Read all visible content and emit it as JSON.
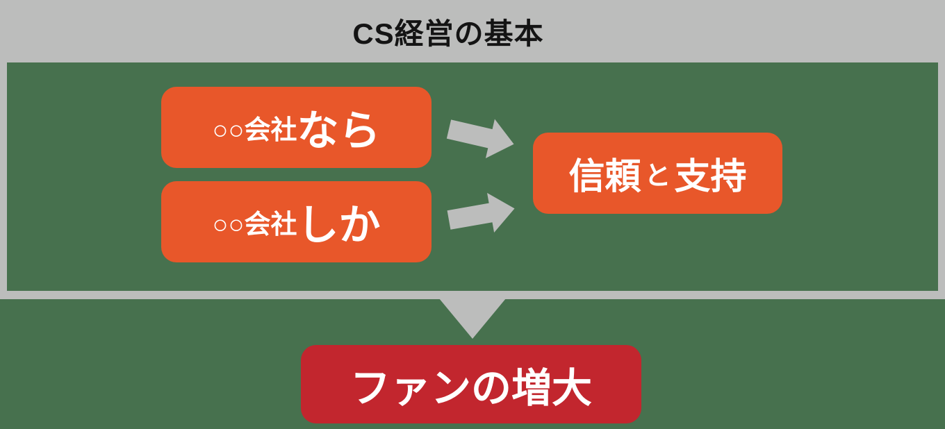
{
  "header": {
    "title": "CS経営の基本"
  },
  "panel": {
    "cause_boxes": [
      {
        "company": "○○会社",
        "particle": "なら"
      },
      {
        "company": "○○会社",
        "particle": "しか"
      }
    ],
    "result_box": {
      "word1": "信頼",
      "connector": "と",
      "word2": "支持"
    }
  },
  "outcome": {
    "label": "ファンの増大"
  },
  "icons": {
    "arrow_top": "block-arrow-right-down",
    "arrow_bottom": "block-arrow-right-up",
    "arrow_down": "triangle-down"
  },
  "colors": {
    "background_green": "#47714E",
    "frame_gray": "#BCBDBC",
    "box_orange": "#E8572A",
    "box_red": "#C2262E",
    "title_text": "#141414",
    "box_text": "#FFFFFF"
  }
}
